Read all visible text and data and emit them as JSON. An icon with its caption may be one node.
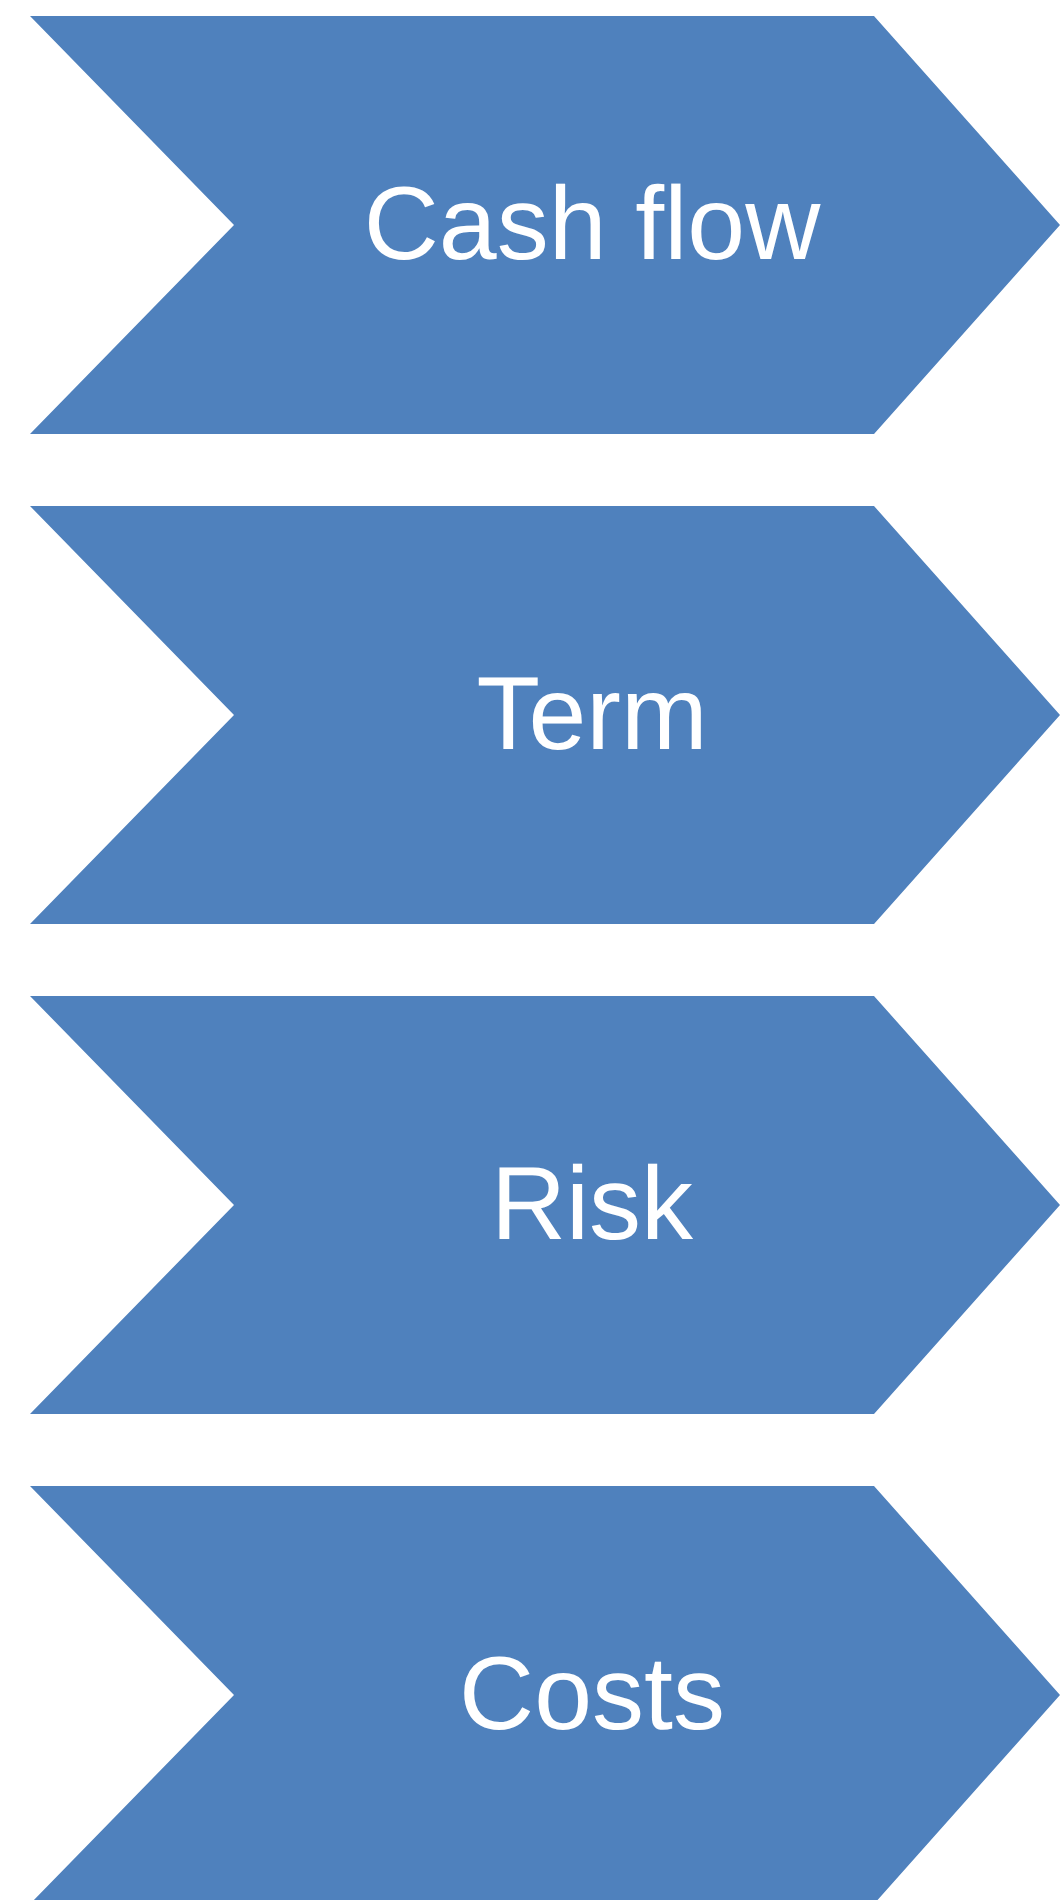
{
  "diagram": {
    "nodes": [
      {
        "text": [
          "Cash flow"
        ]
      },
      {
        "text": [
          "Term"
        ]
      },
      {
        "text": [
          "Risk"
        ]
      },
      {
        "text": [
          "Costs"
        ]
      }
    ]
  }
}
